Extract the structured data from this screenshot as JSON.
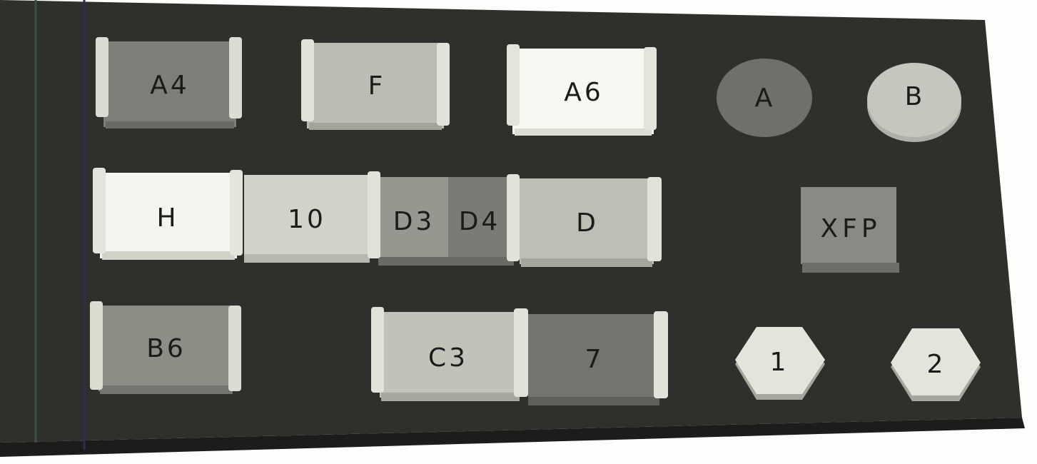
{
  "components": {
    "a4": "A4",
    "f": "F",
    "a6": "A6",
    "a": "A",
    "b": "B",
    "h": "H",
    "ten": "10",
    "d3": "D3",
    "d4": "D4",
    "d": "D",
    "xfp": "XFP",
    "b6": "B6",
    "c3": "C3",
    "seven": "7",
    "one": "1",
    "two": "2"
  }
}
